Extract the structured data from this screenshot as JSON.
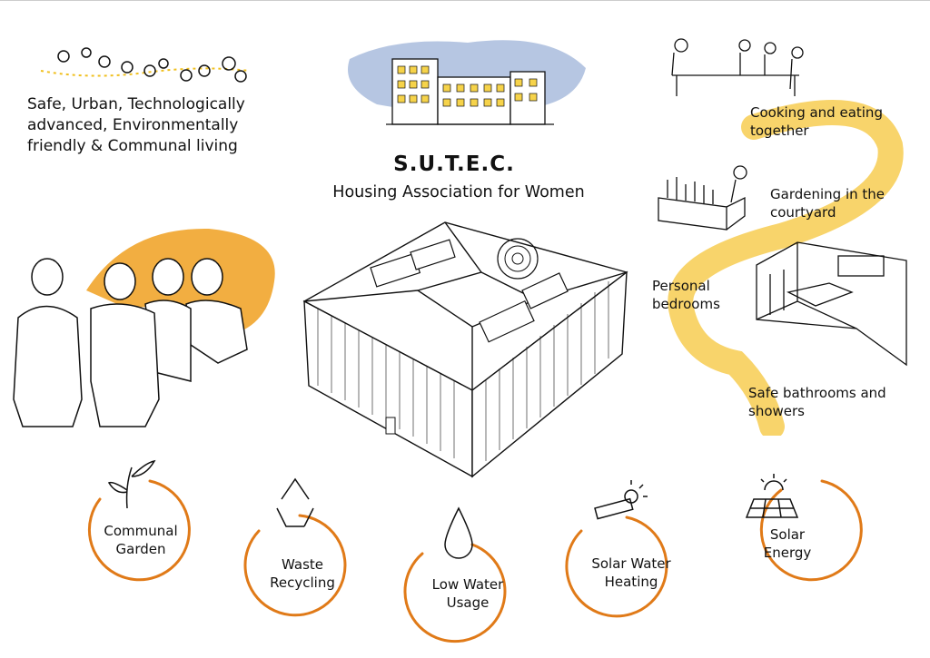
{
  "header": {
    "tagline": "Safe, Urban, Technologically advanced, Environmentally friendly & Communal living",
    "title": "S.U.T.E.C.",
    "subtitle": "Housing Association for Women"
  },
  "features": [
    {
      "label": "Cooking and eating together"
    },
    {
      "label": "Gardening in the courtyard"
    },
    {
      "label": "Personal bedrooms"
    },
    {
      "label": "Safe bathrooms and showers"
    }
  ],
  "sustainability": [
    {
      "line1": "Communal",
      "line2": "Garden",
      "icon": "sprout-icon"
    },
    {
      "line1": "Waste",
      "line2": "Recycling",
      "icon": "recycle-icon"
    },
    {
      "line1": "Low Water",
      "line2": "Usage",
      "icon": "water-drop-icon"
    },
    {
      "line1": "Solar Water",
      "line2": "Heating",
      "icon": "solar-heater-icon"
    },
    {
      "line1": "Solar",
      "line2": "Energy",
      "icon": "solar-panel-icon"
    }
  ],
  "colors": {
    "accent": "#f0a020",
    "ring": "#e07a18",
    "sky": "#9db3d8",
    "window": "#f6d34a"
  }
}
